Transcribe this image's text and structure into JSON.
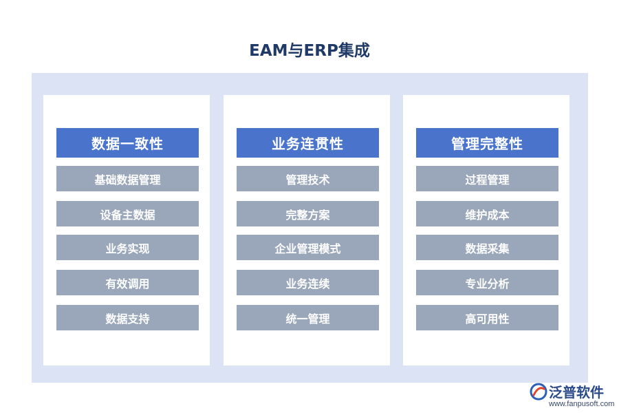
{
  "title": "EAM与ERP集成",
  "columns": [
    {
      "heading": "数据一致性",
      "items": [
        "基础数据管理",
        "设备主数据",
        "业务实现",
        "有效调用",
        "数据支持"
      ]
    },
    {
      "heading": "业务连贯性",
      "items": [
        "管理技术",
        "完整方案",
        "企业管理模式",
        "业务连续",
        "统一管理"
      ]
    },
    {
      "heading": "管理完整性",
      "items": [
        "过程管理",
        "维护成本",
        "数据采集",
        "专业分析",
        "高可用性"
      ]
    }
  ],
  "logo": {
    "name": "泛普软件",
    "url": "www.fanpusoft.com"
  },
  "colors": {
    "heading_bg": "#4a74cc",
    "item_bg": "#9aa6ba",
    "panel_bg": "#dbe3f4",
    "title": "#1f3a66"
  }
}
